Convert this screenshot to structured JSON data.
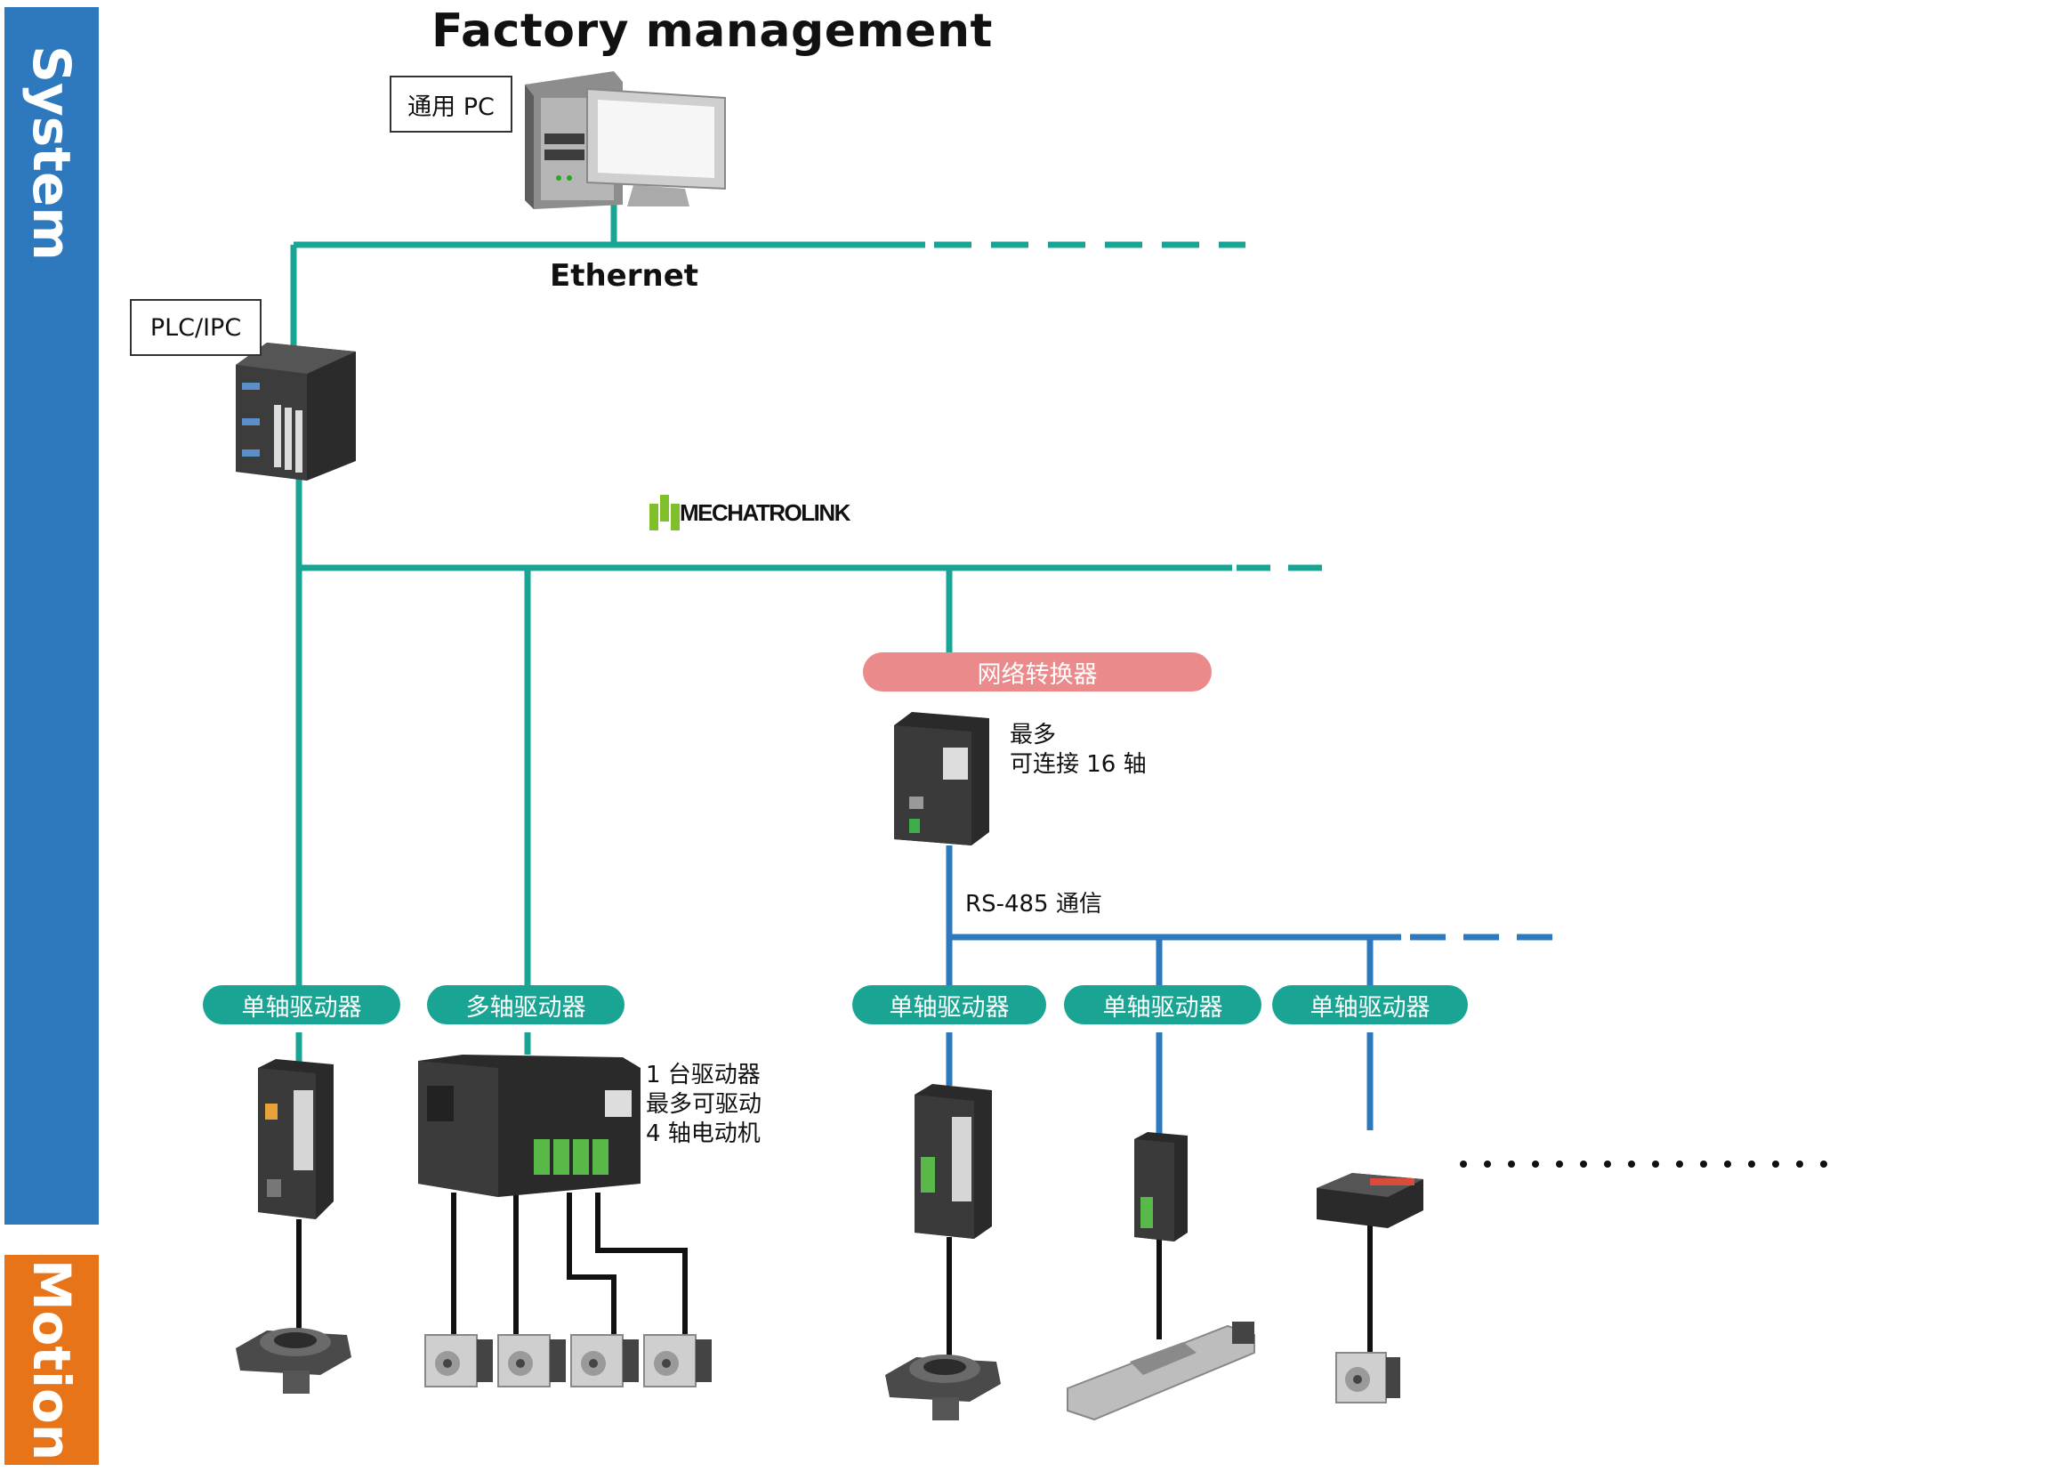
{
  "bands": {
    "system": "System",
    "motion": "Motion"
  },
  "title": "Factory management",
  "network": {
    "ethernet": "Ethernet",
    "mechatrolink": "MECHATROLINK",
    "rs485": "RS-485 通信"
  },
  "devices": {
    "pc": "通用 PC",
    "plc": "PLC/IPC",
    "converter": "网络转换器"
  },
  "notes": {
    "converter": "最多\n可连接 16 轴",
    "multi_axis": "1 台驱动器\n最多可驱动\n4 轴电动机"
  },
  "drivers": {
    "single_1": "单轴驱动器",
    "multi": "多轴驱动器",
    "single_2": "单轴驱动器",
    "single_3": "单轴驱动器",
    "single_4": "单轴驱动器"
  },
  "colors": {
    "system": "#2e78be",
    "motion": "#e77418",
    "ethernet_line": "#1aa493",
    "rs485_line": "#2e78be",
    "converter_pill": "#ea8a8a"
  },
  "icons": [
    "pc-tower-icon",
    "monitor-icon",
    "ipc-icon",
    "mechatrolink-logo-icon",
    "converter-icon",
    "driver-icon",
    "multi-driver-icon",
    "rotary-actuator-icon",
    "stepper-motor-icon",
    "linear-actuator-icon",
    "compact-driver-icon"
  ]
}
